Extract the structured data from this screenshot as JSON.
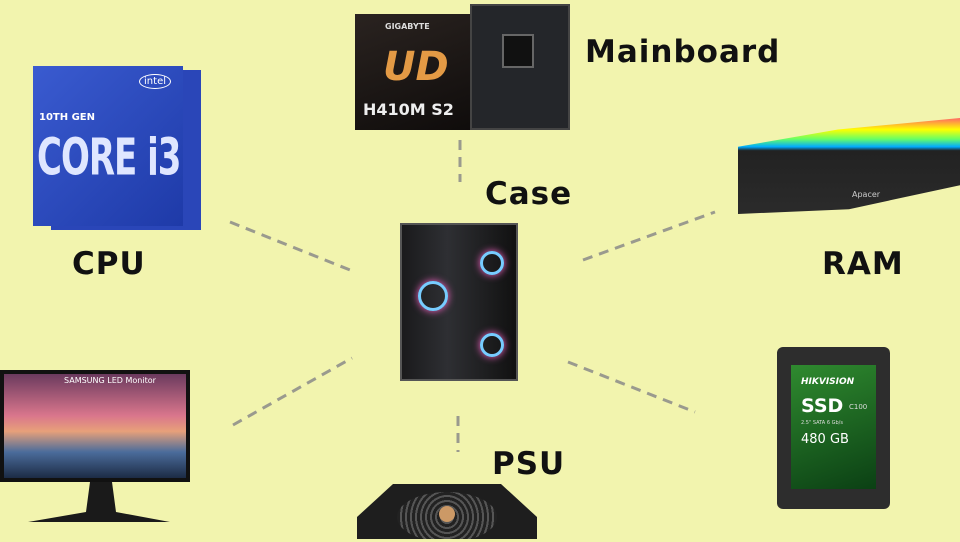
{
  "labels": {
    "mainboard": "Mainboard",
    "case": "Case",
    "cpu": "CPU",
    "ram": "RAM",
    "psu": "PSU"
  },
  "cpu": {
    "brand": "intel",
    "gen": "10TH GEN",
    "model": "CORE i3"
  },
  "mainboard": {
    "brand": "GIGABYTE",
    "logo": "UD",
    "model": "H410M S2"
  },
  "ram": {
    "brand": "Apacer"
  },
  "monitor": {
    "brand": "SAMSUNG LED Monitor"
  },
  "ssd": {
    "brand": "HIKVISION",
    "type": "SSD",
    "series": "C100",
    "spec": "2.5\" SATA 6 Gb/s",
    "capacity": "480 GB"
  },
  "colors": {
    "background": "#f2f4ae",
    "connector": "#9a9a8e"
  }
}
